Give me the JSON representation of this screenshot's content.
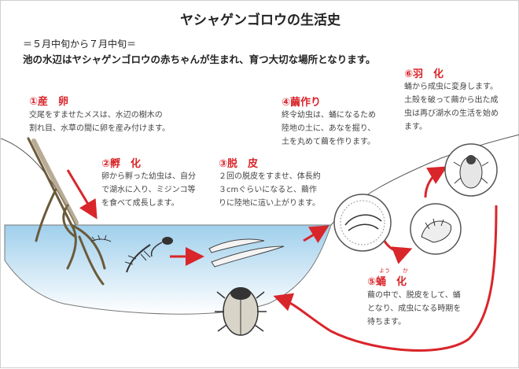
{
  "header": {
    "title": "ヤシャゲンゴロウの生活史",
    "period": "＝５月中旬から７月中旬＝",
    "intro": "池の水辺はヤシャゲンゴロウの赤ちゃんが生まれ、育つ大切な場所となります。"
  },
  "steps": [
    {
      "title": "①産　卵",
      "lines": [
        "交尾をすませたメスは、水辺の樹木の",
        "割れ目、水草の間に卵を産み付けます。"
      ]
    },
    {
      "title": "②孵　化",
      "lines": [
        "卵から孵った幼虫は、自分",
        "で湖水に入り、ミジンコ等",
        "を食べて成長します。"
      ]
    },
    {
      "title": "③脱　皮",
      "lines": [
        "２回の脱皮をすませ、体長約",
        "３cmぐらいになると、繭作",
        "りに陸地に這い上がります。"
      ]
    },
    {
      "title": "④繭作り",
      "lines": [
        "終令幼虫は、蛹になるため",
        "陸地の土に、あなを掘り、",
        "土を丸めて繭を作ります。"
      ]
    },
    {
      "title": "⑤蛹　化",
      "ruby": [
        "よう",
        "か"
      ],
      "lines": [
        "繭の中で、脱皮をして、蛹",
        "となり、成虫になる時期を",
        "待ちます。"
      ]
    },
    {
      "title": "⑥羽　化",
      "lines": [
        "蛹から成虫に変身します。",
        "土殻を破って繭から出た成",
        "虫は再び湖水の生活を始め",
        "ます。"
      ]
    }
  ],
  "colors": {
    "accent": "#d9262b",
    "water": "#bfe0f3",
    "ground": "#ffffff"
  }
}
